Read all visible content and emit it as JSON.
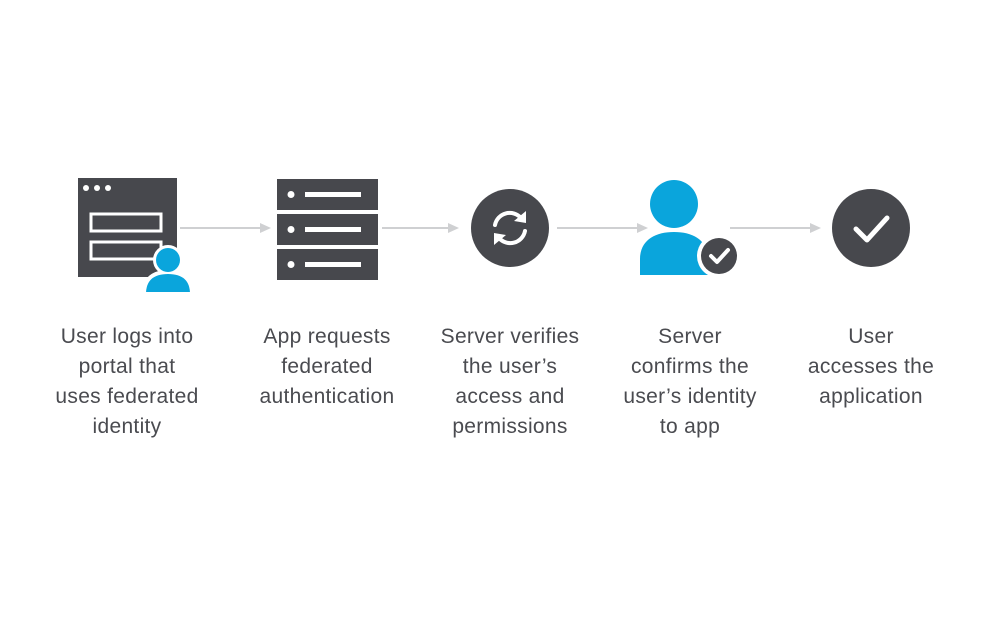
{
  "colors": {
    "dark": "#47484d",
    "accent": "#0aa5dc",
    "arrow": "#cfd0d2",
    "text": "#4a4b50"
  },
  "steps": [
    {
      "icon": "browser-user-icon",
      "lines": [
        "User logs into",
        "portal that",
        "uses federated",
        "identity"
      ]
    },
    {
      "icon": "server-stack-icon",
      "lines": [
        "App requests",
        "federated",
        "authentication"
      ]
    },
    {
      "icon": "sync-circle-icon",
      "lines": [
        "Server verifies",
        "the user’s",
        "access and",
        "permissions"
      ]
    },
    {
      "icon": "user-check-icon",
      "lines": [
        "Server",
        "confirms the",
        "user’s identity",
        "to app"
      ]
    },
    {
      "icon": "checkmark-circle-icon",
      "lines": [
        "User",
        "accesses the",
        "application"
      ]
    }
  ]
}
